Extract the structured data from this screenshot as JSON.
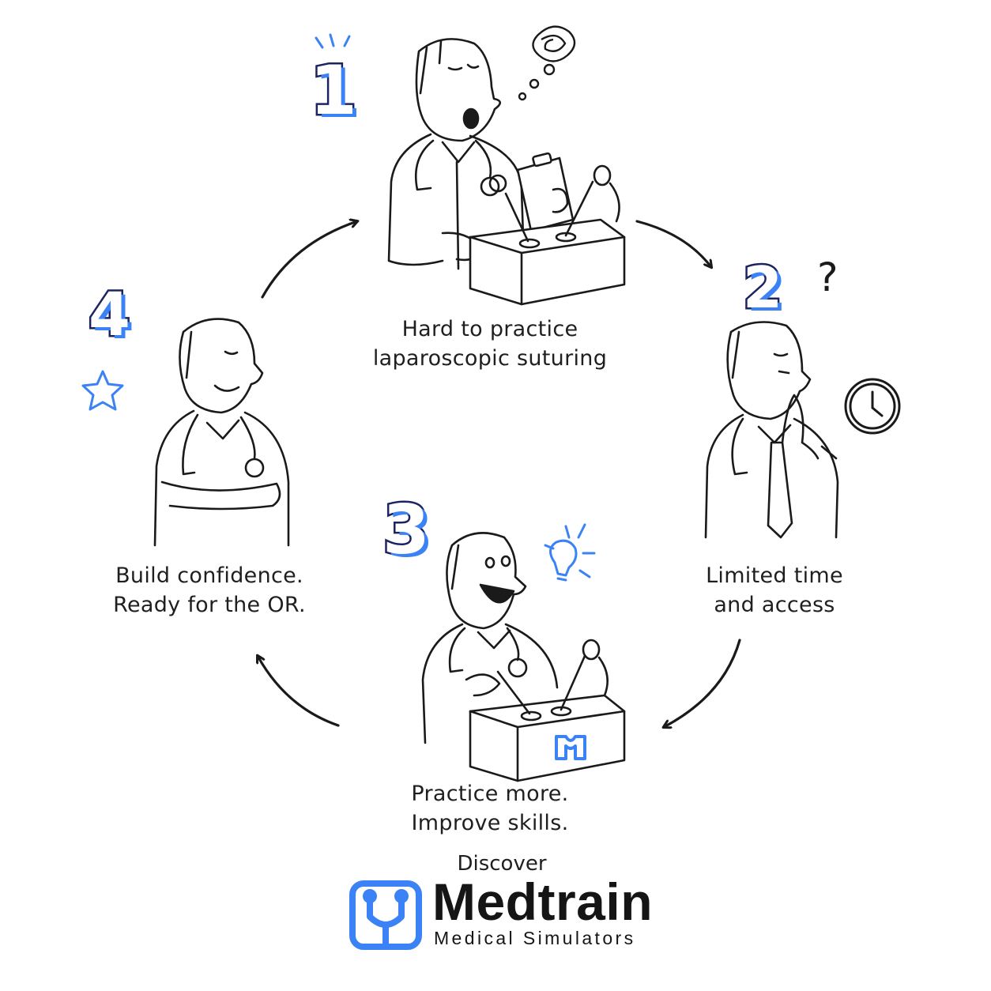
{
  "steps": [
    {
      "number": "1",
      "lines": [
        "Hard to practice",
        "laparoscopic suturing"
      ]
    },
    {
      "number": "2",
      "lines": [
        "Limited time",
        "and access"
      ]
    },
    {
      "number": "3",
      "lines": [
        "Practice more.",
        "Improve skills."
      ]
    },
    {
      "number": "4",
      "lines": [
        "Build confidence.",
        "Ready for the OR."
      ]
    }
  ],
  "decorations": {
    "step1": "thought-bubble-icon",
    "step2": [
      "question-mark-icon",
      "clock-icon"
    ],
    "step3": "lightbulb-icon",
    "step4": "star-icon",
    "question_mark": "?"
  },
  "footer": {
    "discover": "Discover",
    "brand": "Medtrain",
    "tagline": "Medical Simulators"
  },
  "colors": {
    "accent": "#3b82f6",
    "number_outline": "#1b2360",
    "ink": "#1a1a1a"
  }
}
